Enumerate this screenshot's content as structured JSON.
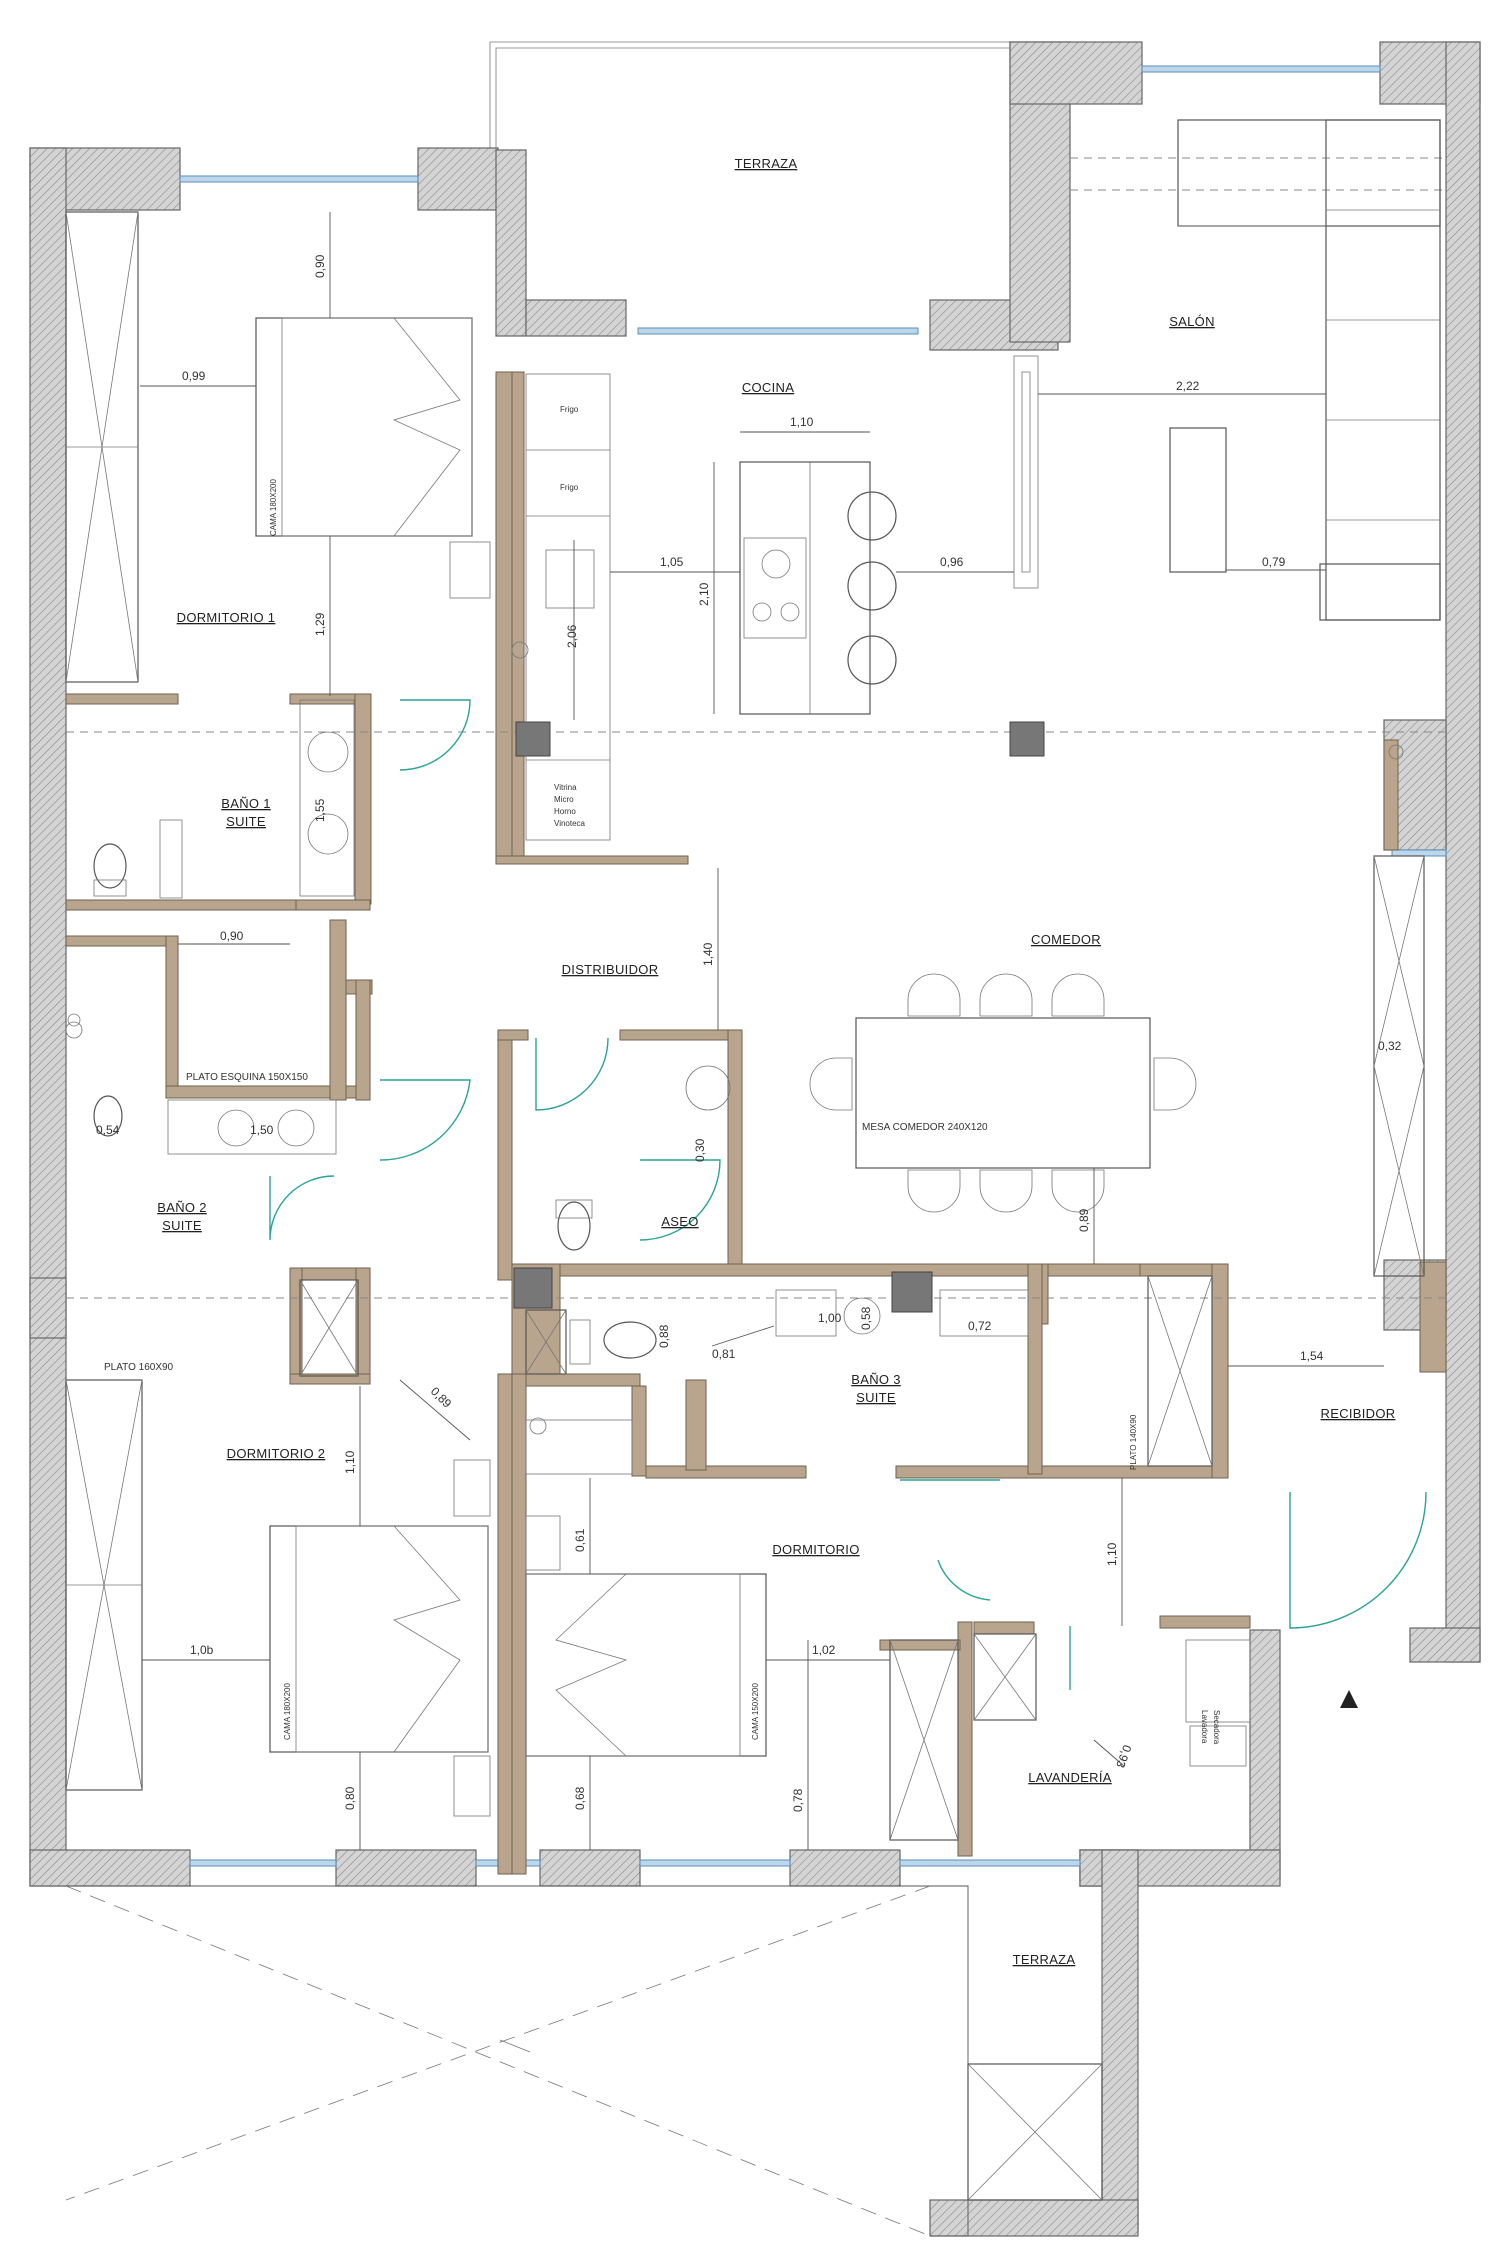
{
  "rooms": {
    "terraza_top": "TERRAZA",
    "salon": "SALÓN",
    "cocina": "COCINA",
    "dormitorio1": "DORMITORIO 1",
    "bano1": "BAÑO 1",
    "bano1_suite": "SUITE",
    "distribuidor": "DISTRIBUIDOR",
    "comedor": "COMEDOR",
    "bano2": "BAÑO 2",
    "bano2_suite": "SUITE",
    "aseo": "ASEO",
    "bano3": "BAÑO 3",
    "bano3_suite": "SUITE",
    "dormitorio2": "DORMITORIO 2",
    "recibidor": "RECIBIDOR",
    "dormitorio": "DORMITORIO",
    "lavanderia": "LAVANDERÍA",
    "terraza_bottom": "TERRAZA"
  },
  "labels": {
    "frigo1": "Frigo",
    "frigo2": "Frigo",
    "vitrina": "Vitrina",
    "micro": "Micro",
    "horno": "Horno",
    "vinoteca": "Vinoteca",
    "cama1": "CAMA 180X200",
    "cama2": "CAMA 180X200",
    "cama3": "CAMA 150X200",
    "plato_esquina": "PLATO ESQUINA 150X150",
    "plato160": "PLATO 160X90",
    "plato140": "PLATO 140X90",
    "mesa": "MESA COMEDOR 240X120",
    "lavadora": "Lavadora",
    "secadora": "Secadora"
  },
  "dims": {
    "d090_top": "0,90",
    "d099": "0,99",
    "d129": "1,29",
    "d110_top": "1,10",
    "d105": "1,05",
    "d210": "2,10",
    "d206": "2,06",
    "d096": "0,96",
    "d222": "2,22",
    "d079": "0,79",
    "d155": "1,55",
    "d090_mid": "0,90",
    "d140": "1,40",
    "d054": "0,54",
    "d150": "1,50",
    "d030": "0,30",
    "d032": "0,32",
    "d089_right": "0,89",
    "d100": "1,00",
    "d058": "0,58",
    "d072": "0,72",
    "d088": "0,88",
    "d081": "0,81",
    "d154": "1,54",
    "d089_left": "0,89",
    "d110_dorm2": "1,10",
    "d061": "0,61",
    "d110_dorm": "1,10",
    "d10b": "1,0b",
    "d102": "1,02",
    "d080": "0,80",
    "d068": "0,68",
    "d078": "0,78",
    "d093": "0,93"
  },
  "colors": {
    "partition": "#b9a58d",
    "door_arc": "#2aa39a",
    "window": "#bcd6ea"
  }
}
